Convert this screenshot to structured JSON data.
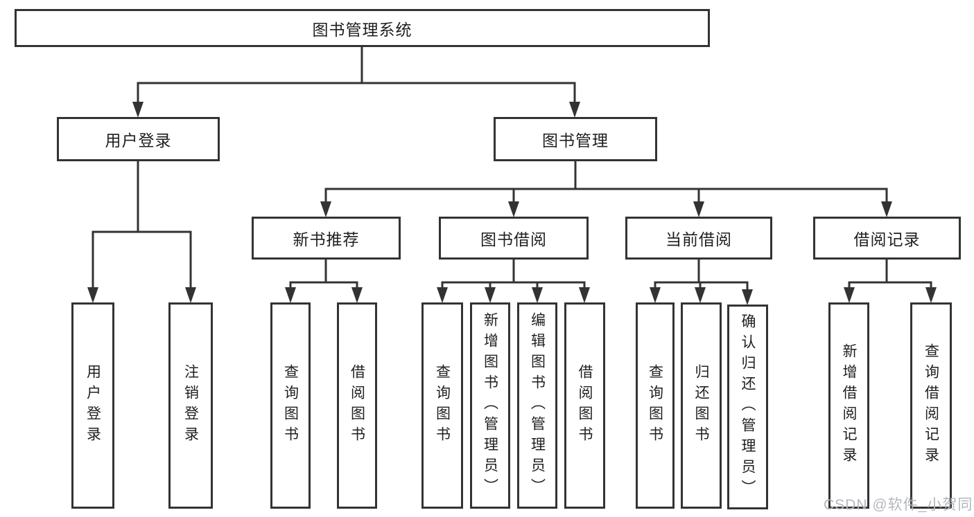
{
  "diagram": {
    "title": "图书管理系统",
    "nodes": {
      "root": {
        "label": "图书管理系统"
      },
      "user_login": {
        "label": "用户登录"
      },
      "book_management": {
        "label": "图书管理"
      },
      "new_book_recommend": {
        "label": "新书推荐"
      },
      "book_borrow": {
        "label": "图书借阅"
      },
      "current_borrow": {
        "label": "当前借阅"
      },
      "borrow_records": {
        "label": "借阅记录"
      },
      "leaf_user_login": {
        "label": "用户登录"
      },
      "leaf_logout": {
        "label": "注销登录"
      },
      "leaf_query_book_1": {
        "label": "查询图书"
      },
      "leaf_borrow_book_1": {
        "label": "借阅图书"
      },
      "leaf_query_book_2": {
        "label": "查询图书"
      },
      "leaf_add_book_admin": {
        "label": "新增图书（管理员）"
      },
      "leaf_edit_book_admin": {
        "label": "编辑图书（管理员）"
      },
      "leaf_borrow_book_2": {
        "label": "借阅图书"
      },
      "leaf_query_book_3": {
        "label": "查询图书"
      },
      "leaf_return_book": {
        "label": "归还图书"
      },
      "leaf_confirm_return_admin": {
        "label": "确认归还（管理员）"
      },
      "leaf_add_borrow_record": {
        "label": "新增借阅记录"
      },
      "leaf_query_borrow_record": {
        "label": "查询借阅记录"
      }
    },
    "watermark": "CSDN @软件_小贺同学",
    "colors": {
      "line": "#333333",
      "text": "#1f1f1f",
      "watermark": "#b4b7bc",
      "background": "#ffffff"
    }
  }
}
